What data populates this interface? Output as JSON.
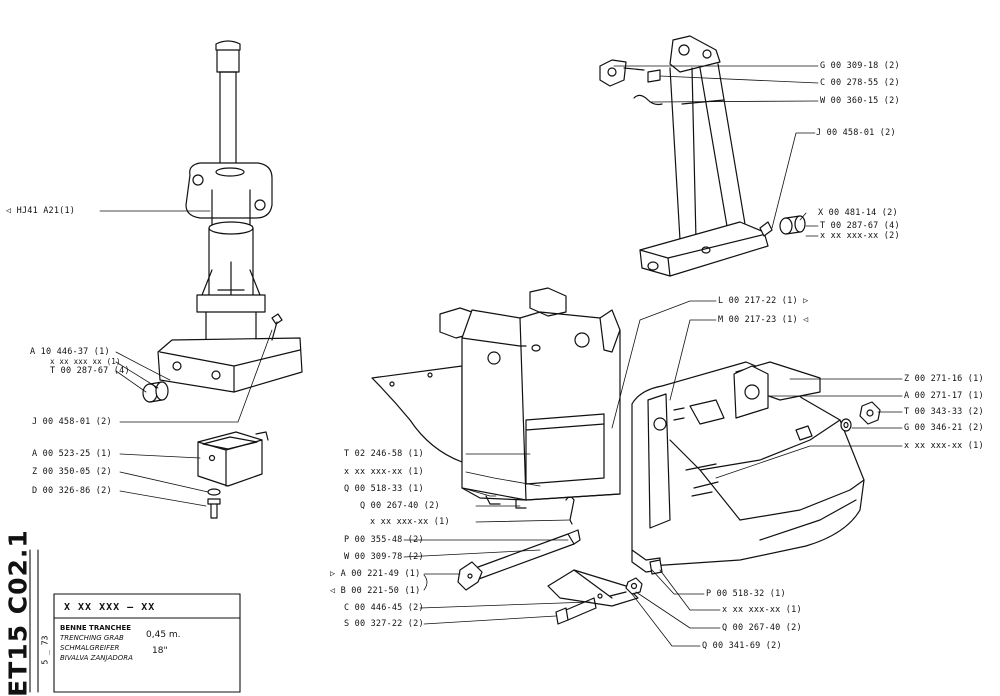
{
  "document": {
    "code": "ET15 C02.1",
    "date": "5 _ 73",
    "reference": "X XX XXX — XX",
    "names": [
      "BENNE TRANCHEE",
      "TRENCHING GRAB",
      "SCHMALGREIFER",
      "BIVALVA ZANJADORA"
    ],
    "size_metric": "0,45 m.",
    "size_imperial": "18\""
  },
  "colors": {
    "ink": "#111111",
    "paper": "#ffffff"
  },
  "callouts": {
    "upper_left": [
      {
        "id": "hj41",
        "text": "HJ41  A21(1)",
        "marker": "triangle-left"
      },
      {
        "id": "a10_446",
        "text": "A 10 446-37  (1)"
      },
      {
        "id": "xx_1",
        "text": "x xx xxx xx  (1)"
      },
      {
        "id": "t00_287_left",
        "text": "T 00 287-67  (4)"
      },
      {
        "id": "j00_458_left",
        "text": "J 00 458-01  (2)"
      },
      {
        "id": "a00_523",
        "text": "A 00 523-25  (1)"
      },
      {
        "id": "z00_350",
        "text": "Z 00 350-05  (2)"
      },
      {
        "id": "d00_326",
        "text": "D 00 326-86  (2)"
      }
    ],
    "upper_right": [
      {
        "id": "g00_309",
        "text": "G 00  309-18  (2)"
      },
      {
        "id": "c00_278",
        "text": "C 00  278-55  (2)"
      },
      {
        "id": "w00_360",
        "text": "W 00  360-15  (2)"
      },
      {
        "id": "j00_458_right",
        "text": "J 00  458-01  (2)"
      },
      {
        "id": "x00_481",
        "text": "X 00  481-14  (2)"
      },
      {
        "id": "t00_287_right",
        "text": "T 00  287-67  (4)"
      },
      {
        "id": "xx_right_top",
        "text": "x xx  xxx-xx  (2)"
      }
    ],
    "bucket_top": [
      {
        "id": "l00_217",
        "text": "L 00  217-22  (1)",
        "marker": "triangle-right"
      },
      {
        "id": "m00_217",
        "text": "M 00  217-23  (1)",
        "marker": "triangle-left"
      }
    ],
    "bucket_right": [
      {
        "id": "z00_271",
        "text": "Z 00  271-16  (1)"
      },
      {
        "id": "a00_271",
        "text": "A 00  271-17  (1)"
      },
      {
        "id": "t00_343",
        "text": "T 00  343-33  (2)"
      },
      {
        "id": "g00_346",
        "text": "G 00  346-21  (2)"
      },
      {
        "id": "xx_right_mid",
        "text": "x xx  xxx-xx  (1)"
      }
    ],
    "bucket_left": [
      {
        "id": "t02_246",
        "text": "T 02  246-58  (1)"
      },
      {
        "id": "xx_bl1",
        "text": "x xx  xxx-xx  (1)"
      },
      {
        "id": "q00_518",
        "text": "Q 00  518-33  (1)"
      },
      {
        "id": "q00_267_left",
        "text": "Q 00  267-40  (2)"
      },
      {
        "id": "xx_bl2",
        "text": "x xx  xxx-xx  (1)"
      },
      {
        "id": "p00_355",
        "text": "P 00  355-48  (2)"
      },
      {
        "id": "w00_309",
        "text": "W 00  309-78  (2)"
      },
      {
        "id": "a00_221",
        "text": "A 00  221-49  (1)",
        "marker": "triangle-right"
      },
      {
        "id": "b00_221",
        "text": "B 00  221-50  (1)",
        "marker": "triangle-left"
      },
      {
        "id": "c00_446",
        "text": "C 00  446-45  (2)"
      },
      {
        "id": "s00_327",
        "text": "S 00  327-22  (2)"
      }
    ],
    "bucket_bottom": [
      {
        "id": "p00_518",
        "text": "P 00  518-32  (1)"
      },
      {
        "id": "xx_bb",
        "text": "x xx  xxx-xx  (1)"
      },
      {
        "id": "q00_267_right",
        "text": "Q 00  267-40  (2)"
      },
      {
        "id": "q00_341",
        "text": "Q 00  341-69  (2)"
      }
    ]
  }
}
